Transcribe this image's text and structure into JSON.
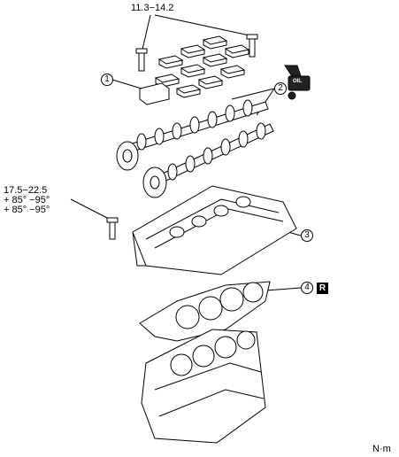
{
  "torque_specs": {
    "camshaft_cap_bolt": "11.3−14.2",
    "cylinder_head_bolt_line1": "17.5−22.5",
    "cylinder_head_bolt_line2": "+ 85° −95°",
    "cylinder_head_bolt_line3": "+ 85° −95°"
  },
  "callouts": {
    "camshaft_caps": "1",
    "camshafts": "2",
    "cylinder_head": "3",
    "head_gasket": "4"
  },
  "badges": {
    "oil_can": "OIL",
    "replace": "R"
  },
  "unit": "N·m",
  "icons": [
    "oil-can-icon",
    "replace-badge-icon"
  ]
}
